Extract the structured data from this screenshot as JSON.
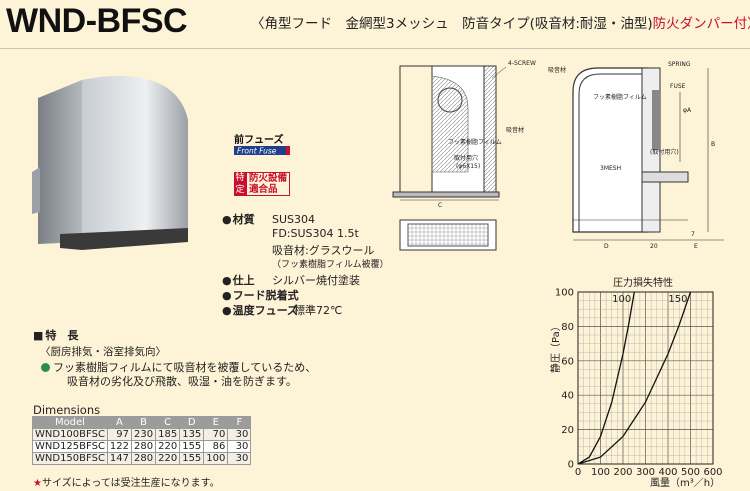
{
  "header": {
    "model": "WND-BFSC",
    "description": "〈角型フード　金網型3メッシュ　防音タイプ(吸音材:耐湿・油型)",
    "damper": "防火ダンパー付〉"
  },
  "badges": {
    "fuse_jp": "前フューズ",
    "fuse_en": "Front Fuse",
    "cert_a": "特定",
    "cert_b": "防火設備適合品"
  },
  "specs": [
    {
      "key": "材質",
      "value": "SUS304"
    },
    {
      "key": "",
      "value": "FD:SUS304 1.5t"
    },
    {
      "key": "",
      "value": "吸音材:グラスウール"
    },
    {
      "key": "",
      "value": "（フッ素樹脂フィルム被覆）"
    },
    {
      "key": "仕上",
      "value": "シルバー焼付塗装"
    },
    {
      "key": "フード脱着式",
      "value": ""
    },
    {
      "key": "温度フューズ",
      "value": "標準72℃"
    }
  ],
  "features": {
    "title": "特　長",
    "sub": "〈厨房排気・浴室排気向〉",
    "line1": "フッ素樹脂フィルムにて吸音材を被覆しているため、",
    "line2": "吸音材の劣化及び飛散、吸湿・油を防ぎます。"
  },
  "dimensions": {
    "title": "Dimensions",
    "columns": [
      "Model",
      "A",
      "B",
      "C",
      "D",
      "E",
      "F"
    ],
    "rows": [
      [
        "WND100BFSC",
        "97",
        "230",
        "185",
        "135",
        "70",
        "30"
      ],
      [
        "WND125BFSC",
        "122",
        "280",
        "220",
        "155",
        "86",
        "30"
      ],
      [
        "WND150BFSC",
        "147",
        "280",
        "220",
        "155",
        "100",
        "30"
      ]
    ]
  },
  "note": "サイズによっては受注生産になります。",
  "drawing_labels": {
    "screw": "4-SCREW",
    "spring": "SPRING",
    "fuse": "FUSE",
    "absorb": "吸音材",
    "absorb_front": "吸音材",
    "film": "フッ素樹脂フィルム",
    "film2": "フッ素樹脂フィルム",
    "mount": "取付用穴",
    "mount_size": "(φ6X15)",
    "mount2": "(取付用穴)",
    "mesh": "3MESH",
    "c": "C",
    "d": "D",
    "e": "E",
    "b": "B",
    "fa": "φA",
    "twenty": "20",
    "seven": "7"
  },
  "chart_data": {
    "type": "line",
    "title": "圧力損失特性",
    "xlabel": "風量（m³／h）",
    "ylabel": "静圧（Pa）",
    "xlim": [
      0,
      600
    ],
    "ylim": [
      0,
      100
    ],
    "xticks": [
      "0",
      "100",
      "200",
      "300",
      "400",
      "500",
      "600"
    ],
    "yticks": [
      "0",
      "20",
      "40",
      "60",
      "80",
      "100"
    ],
    "grid": true,
    "series": [
      {
        "name": "100",
        "x": [
          0,
          50,
          100,
          150,
          200,
          225,
          250
        ],
        "y": [
          0,
          4,
          16,
          36,
          64,
          81,
          100
        ]
      },
      {
        "name": "150",
        "x": [
          0,
          100,
          200,
          300,
          400,
          450,
          500
        ],
        "y": [
          0,
          4,
          16,
          36,
          64,
          81,
          100
        ]
      }
    ]
  }
}
